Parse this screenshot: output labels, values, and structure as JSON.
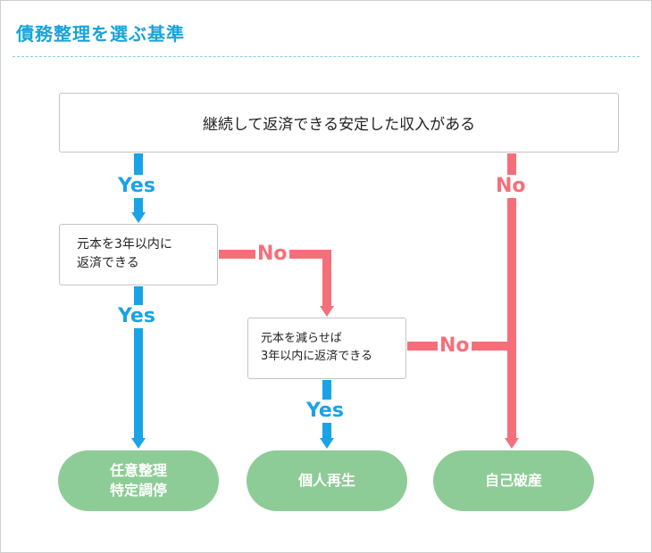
{
  "title": "債務整理を選ぶ基準",
  "colors": {
    "title": "#1aa3d9",
    "yes_arrow": "#1aa3e6",
    "no_arrow": "#f56f7a",
    "outcome_fill": "#8dcc96",
    "box_border": "#c4c4c4"
  },
  "questions": {
    "q1": "継続して返済できる安定した収入がある",
    "q2_lines": [
      "元本を3年以内に",
      "返済できる"
    ],
    "q3_lines": [
      "元本を減らせば",
      "3年以内に返済できる"
    ]
  },
  "labels": {
    "yes_1": "Yes",
    "yes_2": "Yes",
    "yes_3": "Yes",
    "no_1": "No",
    "no_2": "No",
    "no_3": "No"
  },
  "outcomes": {
    "voluntary_lines": [
      "任意整理",
      "特定調停"
    ],
    "rehabilitation": "個人再生",
    "bankruptcy": "自己破産"
  }
}
